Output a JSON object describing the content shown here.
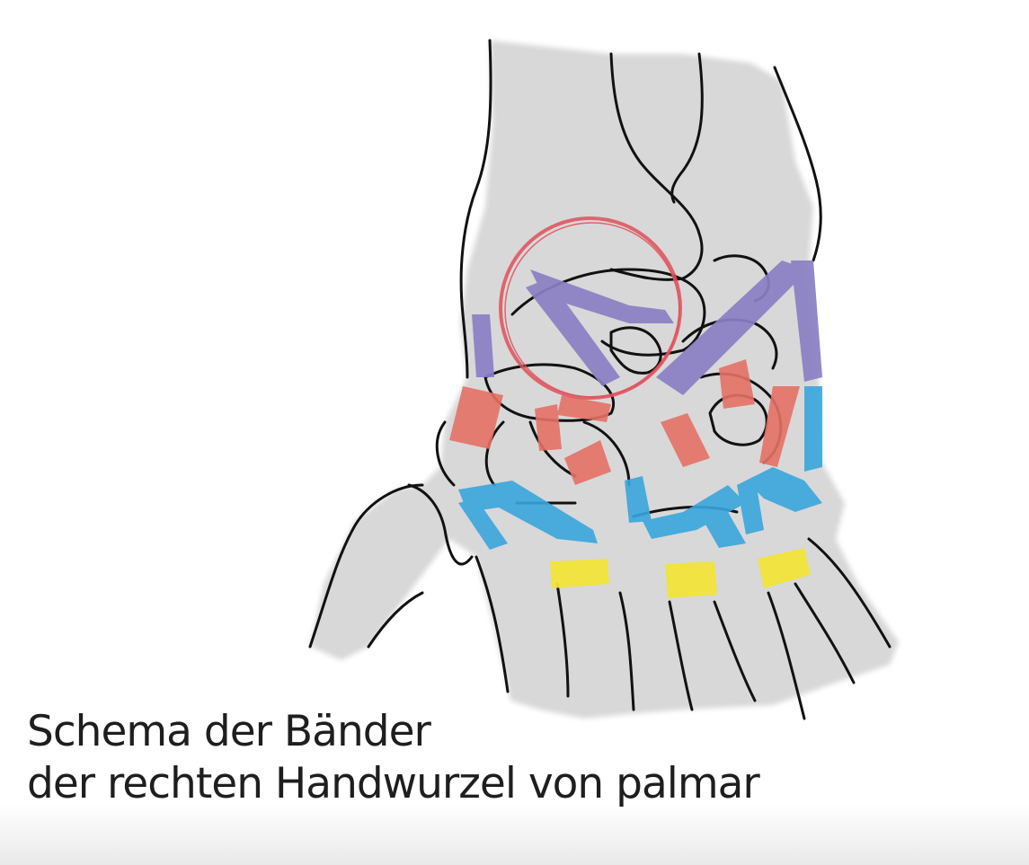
{
  "caption": {
    "line1": "Schema der Bänder",
    "line2": "der rechten Handwurzel von palmar"
  },
  "colors": {
    "bone_fill": "#d6d6d6",
    "outline": "#111111",
    "ligament_purple": "#8a80c4",
    "ligament_red": "#e57166",
    "ligament_blue": "#3aa6dd",
    "ligament_yellow": "#f2e43a",
    "highlight_circle": "#e0505a"
  },
  "icons": [
    "wrist-ligament-illustration",
    "highlight-circle"
  ]
}
